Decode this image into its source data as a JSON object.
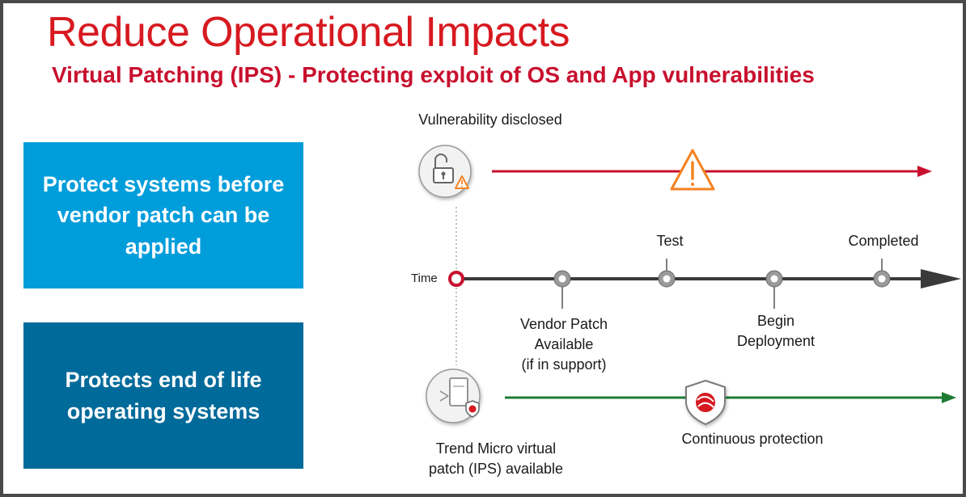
{
  "title": "Reduce Operational Impacts",
  "subtitle": "Virtual Patching (IPS) - Protecting exploit of OS and App vulnerabilities",
  "boxes": {
    "top": "Protect systems before vendor patch can be applied",
    "bottom": "Protects end of life operating systems"
  },
  "timeline": {
    "vulnerability_label": "Vulnerability disclosed",
    "time_label": "Time",
    "vendor_patch_label": "Vendor Patch\nAvailable\n(if in support)",
    "test_label": "Test",
    "begin_deployment_label": "Begin\nDeployment",
    "completed_label": "Completed",
    "virtual_patch_label": "Trend Micro virtual\npatch (IPS) available",
    "continuous_label": "Continuous protection"
  },
  "colors": {
    "title": "#d71920",
    "box_top": "#009ddb",
    "box_bottom": "#006a9a",
    "risk_arrow": "#c8102e",
    "time_arrow": "#3a3a3a",
    "protection_arrow": "#1e7b34",
    "warning": "#f58220"
  },
  "icons": {
    "vulnerability": "open-padlock-warning-icon",
    "warning": "warning-triangle-icon",
    "virtual_patch": "server-shield-icon",
    "protection": "trend-micro-shield-icon"
  }
}
